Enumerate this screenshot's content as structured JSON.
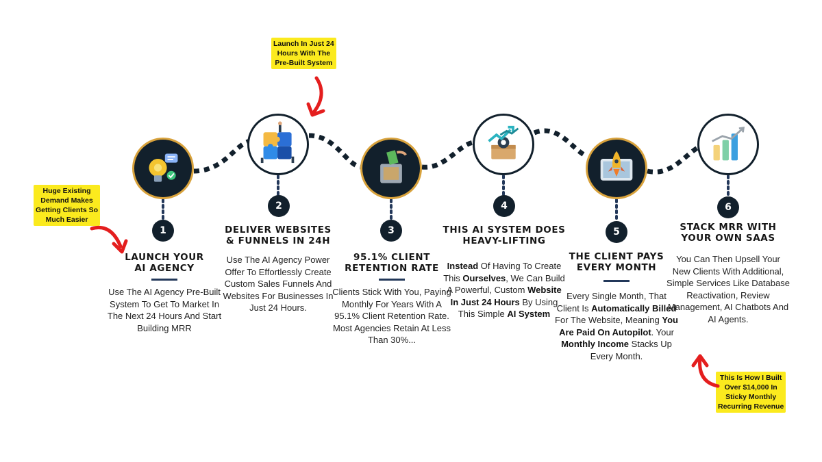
{
  "colors": {
    "navy": "#12202c",
    "gold": "#d8a23c",
    "accent_rule": "#23385a",
    "callout_bg": "#fbea1e",
    "arrow_red": "#e41e1e"
  },
  "steps": [
    {
      "number": "1",
      "icon": "lightbulb-gear-icon",
      "title": [
        "LAUNCH YOUR",
        "AI AGENCY"
      ],
      "desc": [
        {
          "t": "Use The AI Agency Pre-Built System To Get To Market In The Next 24 Hours And Start Building MRR",
          "b": false
        }
      ]
    },
    {
      "number": "2",
      "icon": "puzzle-team-icon",
      "title": [
        "DELIVER WEBSITES",
        "& FUNNELS IN 24H"
      ],
      "desc": [
        {
          "t": "Use The AI Agency Power Offer To Effortlessly Create Custom Sales Funnels And Websites For Businesses In Just 24 Hours.",
          "b": false
        }
      ]
    },
    {
      "number": "3",
      "icon": "money-box-icon",
      "title": [
        "95.1% CLIENT",
        "RETENTION RATE"
      ],
      "desc": [
        {
          "t": "Clients Stick With You, Paying Monthly For Years With A 95.1% Client Retention Rate. Most Agencies Retain At Less Than 30%...",
          "b": false
        }
      ]
    },
    {
      "number": "4",
      "icon": "growth-box-icon",
      "title": [
        "THIS AI SYSTEM DOES",
        "HEAVY-LIFTING"
      ],
      "desc": [
        {
          "t": "Instead",
          "b": true
        },
        {
          "t": " Of Having To Create This ",
          "b": false
        },
        {
          "t": "Ourselves",
          "b": true
        },
        {
          "t": ", We Can Build A Powerful, Custom ",
          "b": false
        },
        {
          "t": "Website In Just 24 Hours",
          "b": true
        },
        {
          "t": " By Using This Simple ",
          "b": false
        },
        {
          "t": "AI System",
          "b": true
        }
      ]
    },
    {
      "number": "5",
      "icon": "rocket-launch-icon",
      "title": [
        "THE CLIENT PAYS",
        "EVERY MONTH"
      ],
      "desc": [
        {
          "t": "Every Single Month, That Client Is ",
          "b": false
        },
        {
          "t": "Automatically Billed",
          "b": true
        },
        {
          "t": " For The Website, Meaning ",
          "b": false
        },
        {
          "t": "You Are Paid On Autopilot",
          "b": true
        },
        {
          "t": ". Your ",
          "b": false
        },
        {
          "t": "Monthly Income",
          "b": true
        },
        {
          "t": " Stacks Up Every Month.",
          "b": false
        }
      ]
    },
    {
      "number": "6",
      "icon": "bar-chart-growth-icon",
      "title": [
        "STACK MRR WITH",
        "YOUR OWN SAAS"
      ],
      "desc": [
        {
          "t": "You Can Then Upsell Your New Clients With Additional, Simple Services Like Database Reactivation, Review Management, AI Chatbots And AI Agents.",
          "b": false
        }
      ]
    }
  ],
  "callouts": [
    {
      "id": "demand",
      "lines": [
        "Huge Existing",
        "Demand Makes",
        "Getting Clients So",
        "Much Easier"
      ]
    },
    {
      "id": "launch",
      "lines": [
        "Launch In Just 24",
        "Hours With The",
        "Pre-Built System"
      ]
    },
    {
      "id": "built",
      "lines": [
        "This Is How I Built",
        "Over $14,000 In",
        "Sticky Monthly",
        "Recurring Revenue"
      ]
    }
  ]
}
